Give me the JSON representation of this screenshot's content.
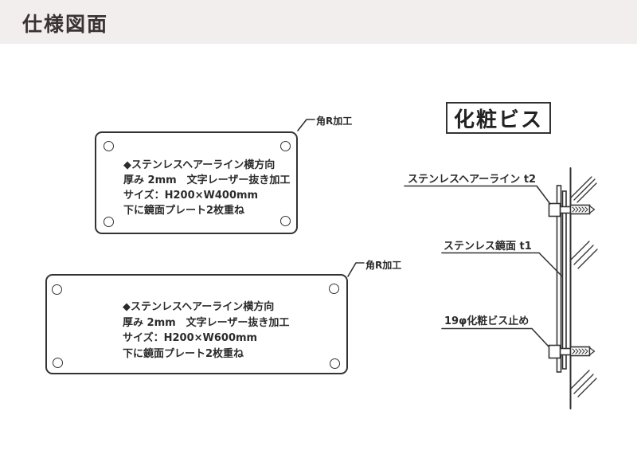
{
  "header": {
    "title": "仕様図面",
    "bg_color": "#F2EEEE",
    "text_color": "#3A3333"
  },
  "plates": [
    {
      "corner_label": "角R加工",
      "lines": [
        "◆ステンレスヘアーライン横方向",
        "厚み 2mm　文字レーザー抜き加工",
        "サイズ：H200×W400mm",
        "下に鏡面プレート2枚重ね"
      ]
    },
    {
      "corner_label": "角R加工",
      "lines": [
        "◆ステンレスヘアーライン横方向",
        "厚み 2mm　文字レーザー抜き加工",
        "サイズ：H200×W600mm",
        "下に鏡面プレート2枚重ね"
      ]
    }
  ],
  "cross_section": {
    "title": "化粧ビス",
    "layer_labels": [
      "ステンレスヘアーライン t2",
      "ステンレス鏡面 t1",
      "19φ化粧ビス止め"
    ],
    "line_color": "#333333"
  }
}
